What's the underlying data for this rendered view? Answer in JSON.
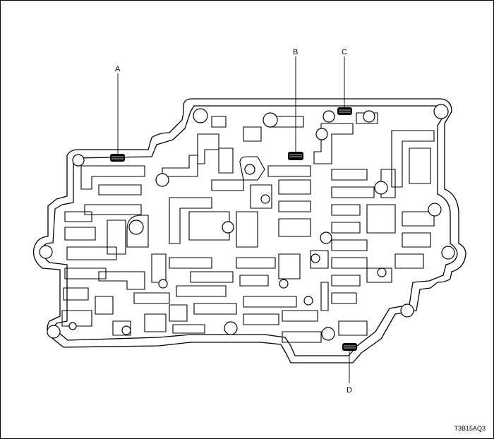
{
  "figure_code": "T3B15AQ3",
  "callouts": [
    {
      "id": "A",
      "label": "A"
    },
    {
      "id": "B",
      "label": "B"
    },
    {
      "id": "C",
      "label": "C"
    },
    {
      "id": "D",
      "label": "D"
    }
  ],
  "colors": {
    "line": "#000000",
    "background": "#ffffff",
    "marker": "#000000"
  }
}
